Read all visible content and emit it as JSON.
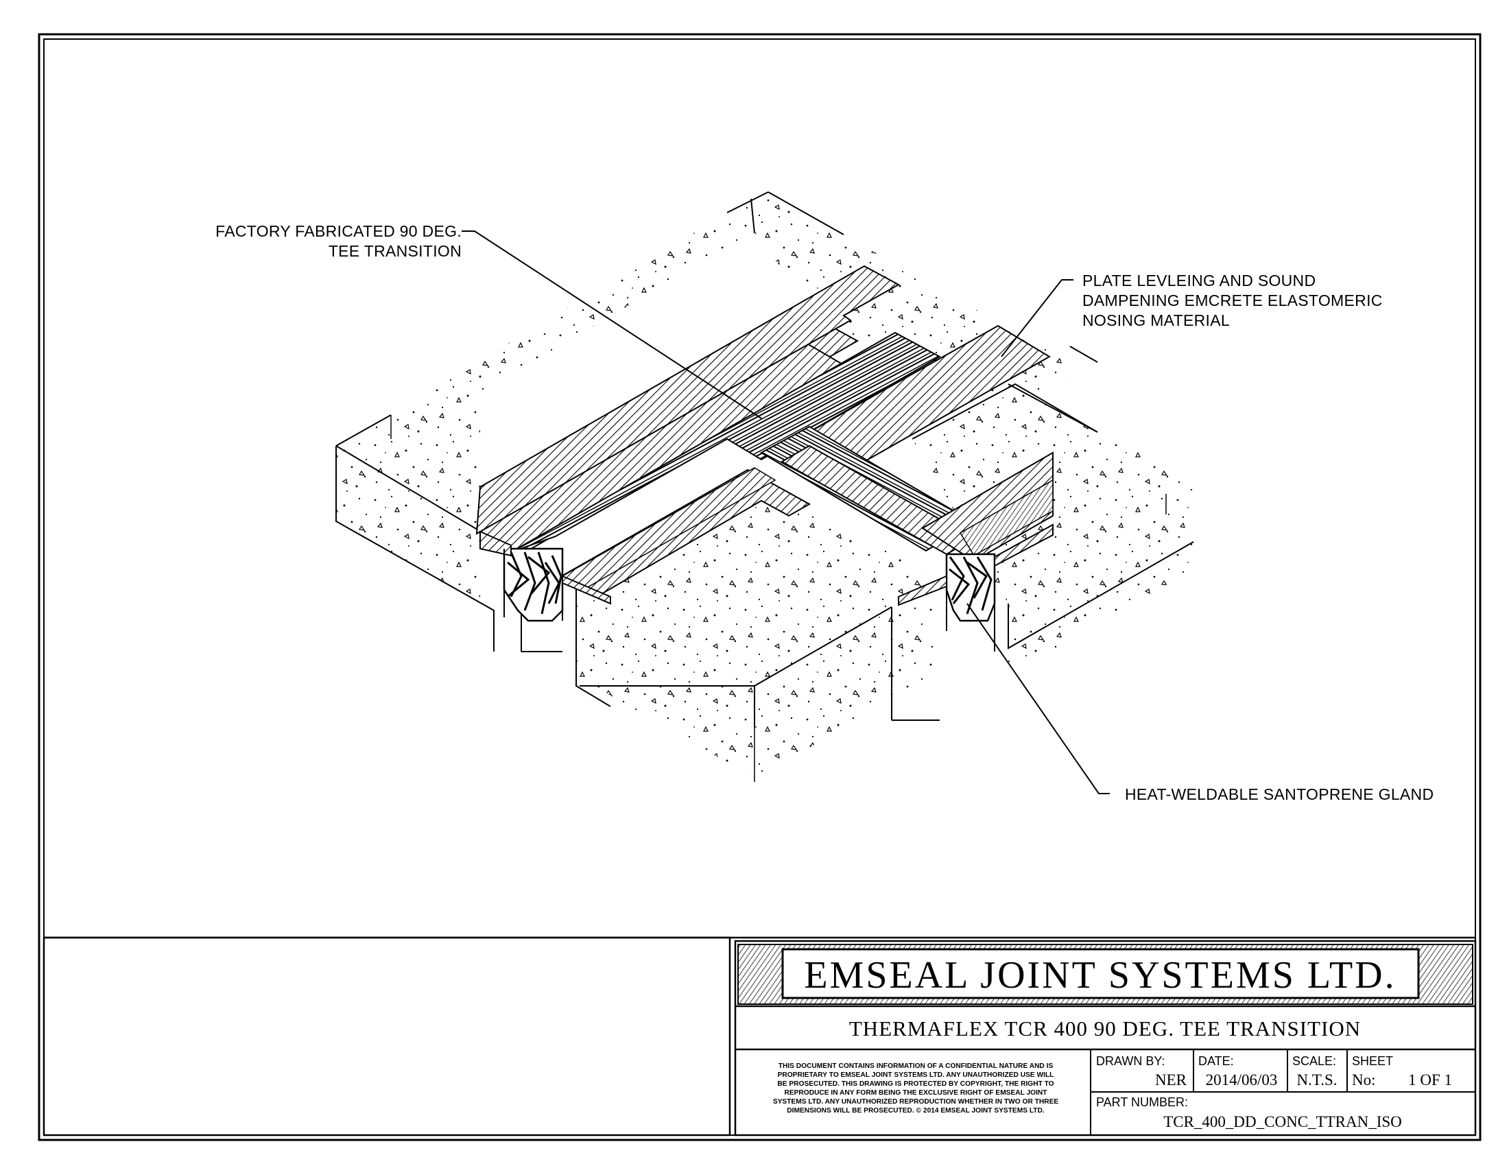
{
  "callouts": {
    "tee_transition": [
      "FACTORY FABRICATED 90 DEG.",
      "TEE TRANSITION"
    ],
    "nosing": [
      "PLATE LEVLEING AND SOUND",
      "DAMPENING EMCRETE ELASTOMERIC",
      "NOSING MATERIAL"
    ],
    "gland": "HEAT-WELDABLE SANTOPRENE GLAND"
  },
  "title_block": {
    "company": "EMSEAL JOINT SYSTEMS LTD.",
    "drawing_title": "THERMAFLEX TCR 400 90 DEG. TEE TRANSITION",
    "notice_lines": [
      "THIS DOCUMENT CONTAINS INFORMATION OF A CONFIDENTIAL NATURE AND IS",
      "PROPRIETARY TO EMSEAL JOINT SYSTEMS LTD. ANY UNAUTHORIZED USE WILL",
      "BE PROSECUTED. THIS DRAWING IS PROTECTED BY COPYRIGHT, THE RIGHT TO",
      "REPRODUCE IN ANY FORM BEING THE EXCLUSIVE RIGHT OF EMSEAL JOINT",
      "SYSTEMS LTD. ANY UNAUTHORIZED REPRODUCTION WHETHER IN TWO OR THREE",
      "DIMENSIONS WILL BE PROSECUTED. © 2014 EMSEAL JOINT SYSTEMS LTD."
    ],
    "drawn_by_label": "DRAWN BY:",
    "drawn_by": "NER",
    "date_label": "DATE:",
    "date": "2014/06/03",
    "scale_label": "SCALE:",
    "scale": "N.T.S.",
    "sheet_label": "SHEET",
    "sheet_no_label": "No:",
    "sheet_no": "1 OF 1",
    "part_number_label": "PART NUMBER:",
    "part_number": "TCR_400_DD_CONC_TTRAN_ISO"
  }
}
